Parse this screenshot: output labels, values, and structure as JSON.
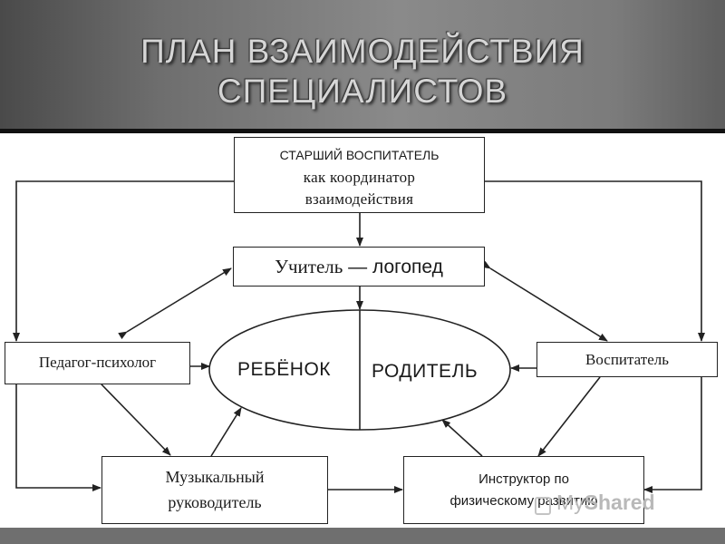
{
  "title": {
    "line1": "ПЛАН  ВЗАИМОДЕЙСТВИЯ",
    "line2": "СПЕЦИАЛИСТОВ"
  },
  "nodes": {
    "senior": {
      "line1": "СТАРШИЙ ВОСПИТАТЕЛЬ",
      "line2": "как координатор",
      "line3": "взаимодействия"
    },
    "speech": {
      "part1": "Учитель",
      "sep": " — ",
      "part2": "логопед"
    },
    "psych": {
      "label": "Педагог-психолог"
    },
    "educator": {
      "label": "Воспитатель"
    },
    "music": {
      "line1": "Музыкальный",
      "line2": "руководитель"
    },
    "pe": {
      "line1": "Инструктор по",
      "line2": "физическому развитию"
    },
    "center": {
      "left": "РЕБЁНОК",
      "right": "РОДИТЕЛЬ"
    }
  },
  "watermark": {
    "my": "My",
    "shared": "Shared"
  }
}
